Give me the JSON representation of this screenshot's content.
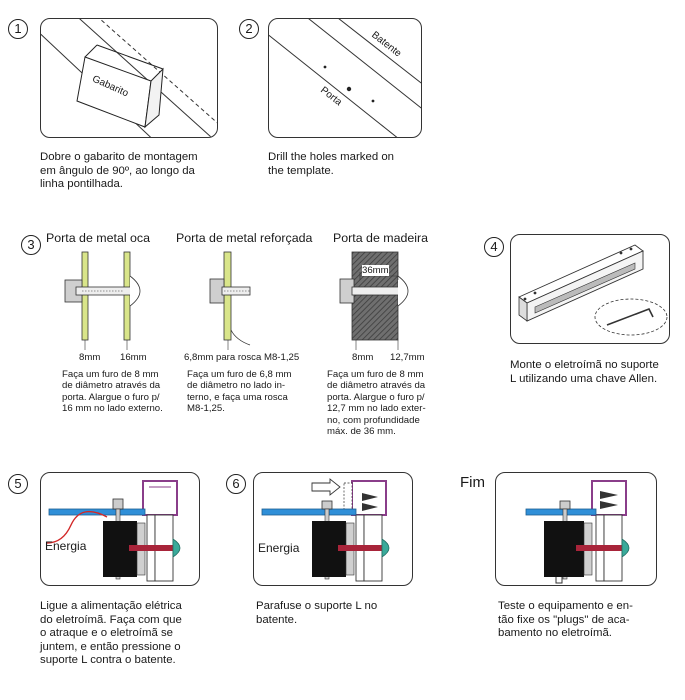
{
  "steps": [
    {
      "number": "1",
      "label_gabarito": "Gabarito",
      "caption": "Dobre o gabarito de montagem\nem ângulo de 90º, ao longo da\nlinha pontilhada."
    },
    {
      "number": "2",
      "label_batente": "Batente",
      "label_porta": "Porta",
      "caption": "Drill the holes marked on\nthe template."
    },
    {
      "number": "3",
      "doors": [
        {
          "title": "Porta de metal oca",
          "dim_left": "8mm",
          "dim_right": "16mm",
          "caption": "Faça um furo de 8 mm\nde diâmetro através da\nporta. Alargue o furo p/\n16 mm no lado externo."
        },
        {
          "title": "Porta de metal reforçada",
          "dim": "6,8mm para rosca M8-1,25",
          "caption": "Faça um furo de 6,8 mm\nde  diâmetro no  lado in-\nterno, e faça uma rosca\nM8-1,25."
        },
        {
          "title": "Porta de madeira",
          "dim_top": "36mm",
          "dim_left": "8mm",
          "dim_right": "12,7mm",
          "caption": "Faça um furo de 8 mm\nde diâmetro através da\nporta. Alargue o furo p/\n12,7 mm no lado exter-\nno, com profundidade\nmáx. de 36 mm."
        }
      ]
    },
    {
      "number": "4",
      "caption": "Monte o eletroímã no suporte\nL utilizando uma chave Allen."
    },
    {
      "number": "5",
      "label_energia": "Energia",
      "caption": "Ligue a alimentação elétrica\ndo eletroímã. Faça com que\no atraque  e  o  eletroímã se\njuntem, e então pressione o\nsuporte L contra o batente."
    },
    {
      "number": "6",
      "label_energia": "Energia",
      "caption": "Parafuse o suporte L no\nbatente."
    },
    {
      "number": "Fim",
      "caption": "Teste o equipamento e en-\ntão fixe  os  \"plugs\" de aca-\nbamento no eletroímã."
    }
  ],
  "colors": {
    "bracket_blue": "#2f8fd8",
    "frame_purple": "#8a3d8a",
    "bolt_red": "#a8243a",
    "knob_teal": "#3aaa9a",
    "door_yellow": "#d9e58a",
    "wire_red": "#d22828"
  }
}
